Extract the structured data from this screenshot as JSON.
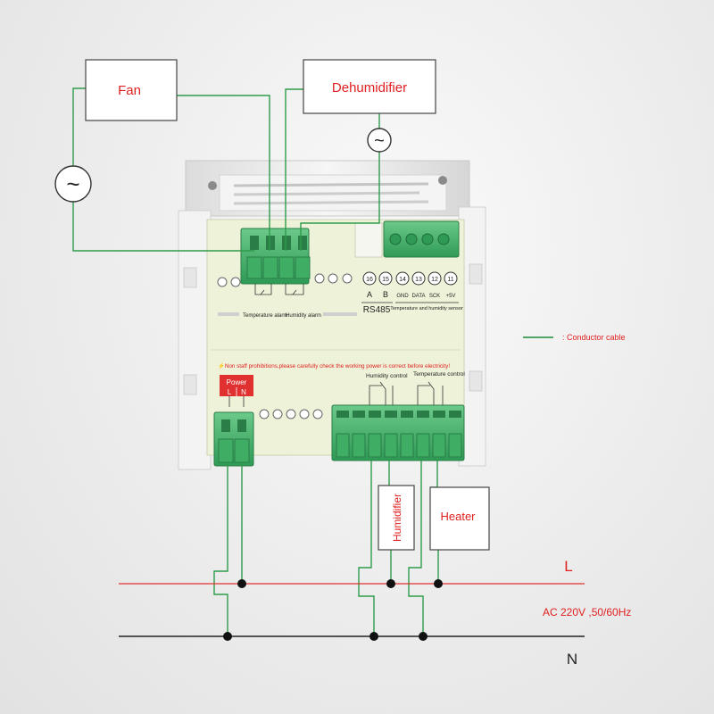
{
  "boxes": {
    "fan": "Fan",
    "dehumidifier": "Dehumidifier",
    "humidifier": "Humidifier",
    "heater": "Heater"
  },
  "ac_symbol": "~",
  "legend": {
    "text": ": Conductor cable",
    "color": "#1a8a3a"
  },
  "mains": {
    "line": "L",
    "neutral": "N",
    "spec": "AC 220V ,50/60Hz"
  },
  "device": {
    "terminal_numbers": [
      "16",
      "15",
      "14",
      "13",
      "12",
      "11"
    ],
    "terminal_names": [
      "A",
      "B",
      "GND",
      "DATA",
      "SCK",
      "+5V"
    ],
    "rs485": "RS485",
    "sensor_label": "Temperature and humidity sensor",
    "temperature_alarm": "Temperature alarm",
    "humidity_alarm": "Humidity alarm",
    "warning": "⚡Non staff prohibitions,please carefully check the working power is correct before electricity!",
    "power": "Power",
    "power_l": "L",
    "power_n": "N",
    "humidity_control": "Humidity control",
    "temperature_control": "Temperature control"
  },
  "colors": {
    "wire": "#2e9b4b",
    "live": "#e03030",
    "neutral": "#222222",
    "label_red": "#e02020",
    "terminal": "#4ab36c",
    "panel": "#eef2d8"
  }
}
